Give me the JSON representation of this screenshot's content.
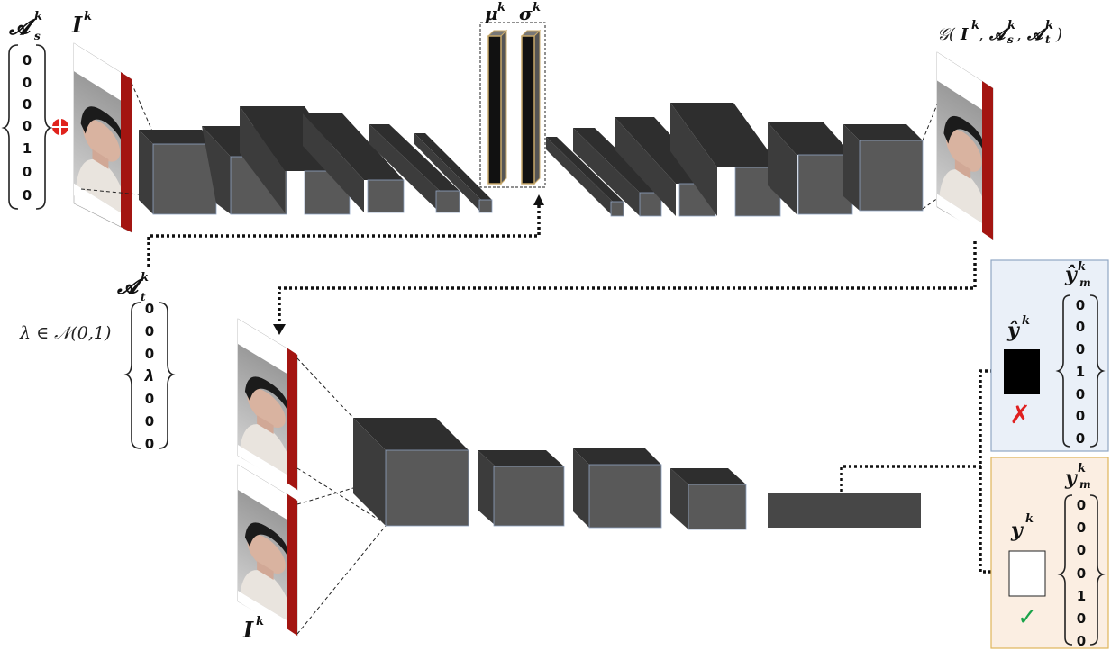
{
  "labels": {
    "as_main": "𝓐",
    "as_sup": "k",
    "as_sub": "s",
    "ik_top_main": "I",
    "ik_top_sup": "k",
    "mu_main": "μ",
    "mu_sup": "k",
    "sigma_main": "σ",
    "sigma_sup": "k",
    "g_main": "𝒢(",
    "g_i": "I",
    "g_i_sup": "k",
    "g_sep1": ", ",
    "g_a1": "𝓐",
    "g_a1_sup": "k",
    "g_a1_sub": "s",
    "g_sep2": ", ",
    "g_a2": "𝓐",
    "g_a2_sup": "k",
    "g_a2_sub": "t",
    "g_close": ")",
    "at_main": "𝓐",
    "at_sup": "k",
    "at_sub": "t",
    "lambda_dist": "λ ∈ 𝒩(0,1)",
    "ik_bottom_main": "I",
    "ik_bottom_sup": "k",
    "yhat_m_main": "ŷ",
    "yhat_m_sup": "k",
    "yhat_m_sub": "m",
    "yhat_main": "ŷ",
    "yhat_sup": "k",
    "ym_main": "y",
    "ym_sup": "k",
    "ym_sub": "m",
    "y_main": "y",
    "y_sup": "k"
  },
  "vectors": {
    "source_attr": [
      "0",
      "0",
      "0",
      "0",
      "1",
      "0",
      "0"
    ],
    "target_attr": [
      "0",
      "0",
      "0",
      "λ",
      "0",
      "0",
      "0"
    ],
    "pred_vec": [
      "0",
      "0",
      "0",
      "1",
      "0",
      "0",
      "0"
    ],
    "true_vec": [
      "0",
      "0",
      "0",
      "0",
      "1",
      "0",
      "0"
    ]
  },
  "symbols": {
    "concat": "⊕",
    "wrong_mark": "✗",
    "right_mark": "✓"
  },
  "colors": {
    "block_front": "#595959",
    "block_top": "#2e2e2e",
    "block_side": "#3c3c3c",
    "frame_red": "#a31511",
    "pred_panel_bg": "#eaf0f8",
    "pred_panel_border": "#8fa7c4",
    "true_panel_bg": "#fbeee2",
    "true_panel_border": "#e0b55a",
    "wrong_red": "#e02020",
    "right_green": "#1aa34a",
    "concat_red": "#e0231d"
  }
}
